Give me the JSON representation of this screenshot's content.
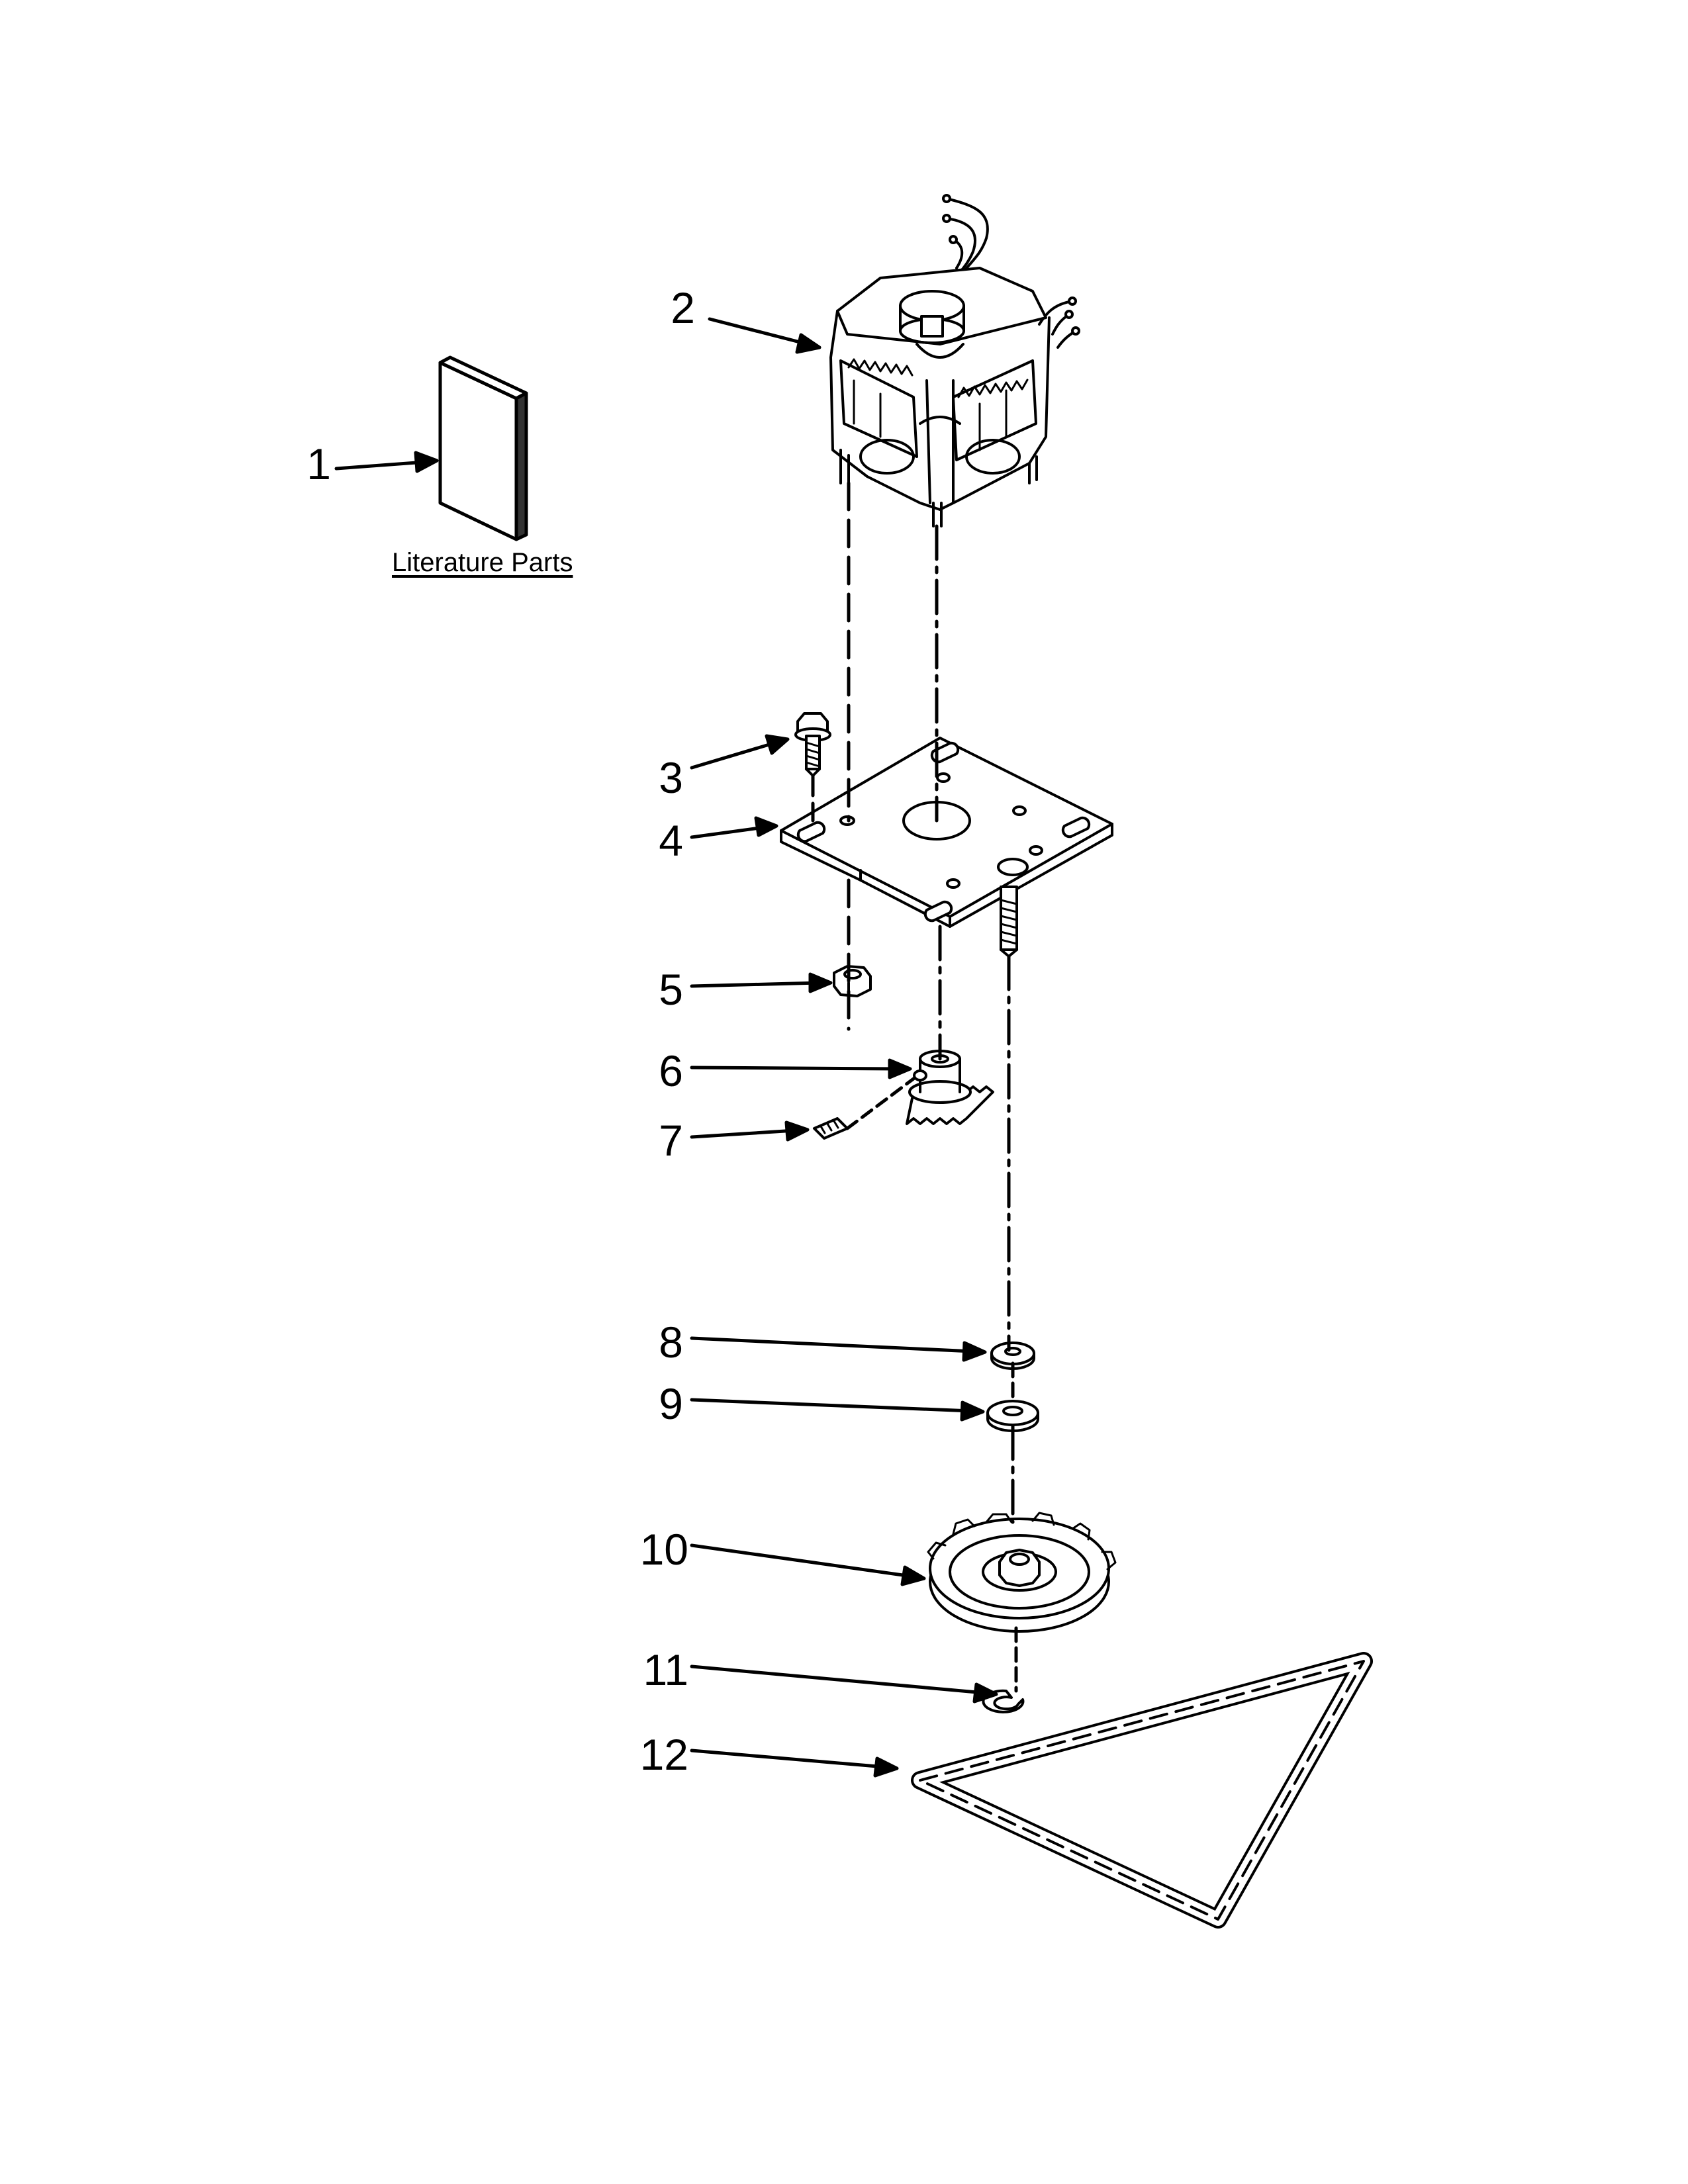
{
  "literature_label": "Literature Parts",
  "callouts": [
    "1",
    "2",
    "3",
    "4",
    "5",
    "6",
    "7",
    "8",
    "9",
    "10",
    "11",
    "12"
  ]
}
